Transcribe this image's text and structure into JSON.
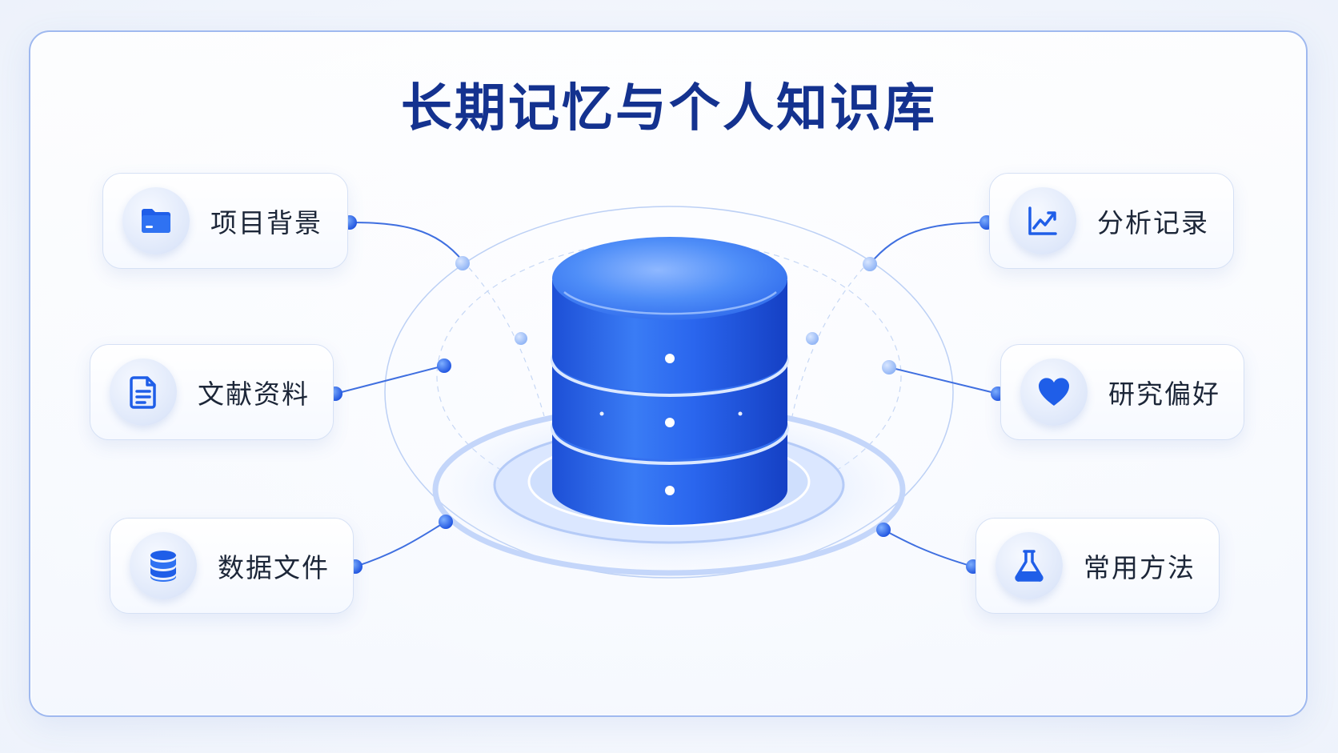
{
  "title": "长期记忆与个人知识库",
  "colors": {
    "title": "#14328f",
    "accent": "#1f5ee8",
    "frame_border": "#9fb9ef",
    "label": "#1c2638"
  },
  "left_items": [
    {
      "label": "项目背景",
      "icon": "folder-icon"
    },
    {
      "label": "文献资料",
      "icon": "document-icon"
    },
    {
      "label": "数据文件",
      "icon": "database-icon"
    }
  ],
  "right_items": [
    {
      "label": "分析记录",
      "icon": "line-chart-icon"
    },
    {
      "label": "研究偏好",
      "icon": "heart-icon"
    },
    {
      "label": "常用方法",
      "icon": "flask-icon"
    }
  ],
  "center": {
    "icon": "database-cylinder-icon"
  }
}
